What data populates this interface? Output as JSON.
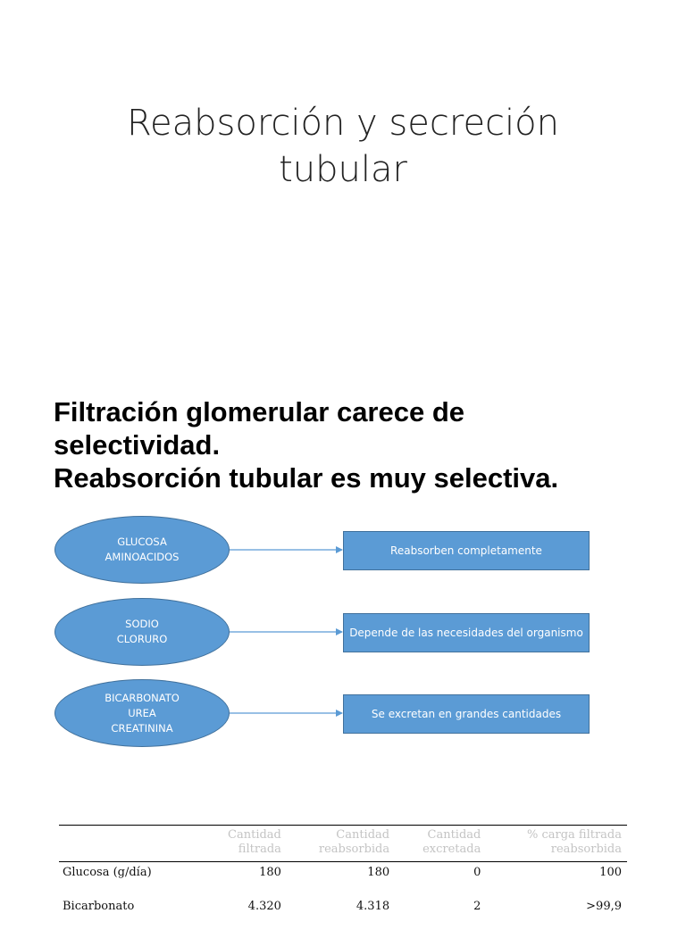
{
  "title": {
    "line1": "Reabsorción y secreción",
    "line2": "tubular"
  },
  "intro": {
    "line1": "Filtración glomerular carece de",
    "line2": "selectividad.",
    "line3": "Reabsorción tubular es muy selectiva."
  },
  "diagram": {
    "rows": [
      {
        "ellipse_lines": [
          "GLUCOSA",
          "AMINOACIDOS"
        ],
        "box": "Reabsorben completamente"
      },
      {
        "ellipse_lines": [
          "SODIO",
          "CLORURO"
        ],
        "box": "Depende de las necesidades del organismo"
      },
      {
        "ellipse_lines": [
          "BICARBONATO",
          "UREA",
          "CREATININA"
        ],
        "box": "Se excretan en grandes cantidades"
      }
    ],
    "colors": {
      "fill": "#5b9bd5",
      "stroke": "#41719c",
      "arrow": "#5b9bd5"
    }
  },
  "table": {
    "headers": [
      [
        "",
        ""
      ],
      [
        "Cantidad",
        "filtrada"
      ],
      [
        "Cantidad",
        "reabsorbida"
      ],
      [
        "Cantidad",
        "excretada"
      ],
      [
        "% carga filtrada",
        "reabsorbida"
      ]
    ],
    "rows": [
      [
        "Glucosa (g/día)",
        "180",
        "180",
        "0",
        "100"
      ],
      [
        "Bicarbonato",
        "4.320",
        "4.318",
        "2",
        ">99,9"
      ]
    ]
  }
}
